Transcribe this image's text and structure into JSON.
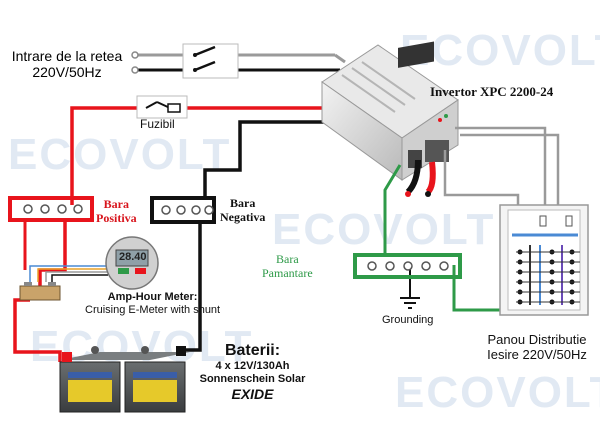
{
  "watermark": "ECOVOLT",
  "labels": {
    "grid_input_line1": "Intrare de la retea",
    "grid_input_line2": "220V/50Hz",
    "fuse": "Fuzibil",
    "inverter": "Invertor XPC 2200-24",
    "positive_bar_line1": "Bara",
    "positive_bar_line2": "Positiva",
    "negative_bar_line1": "Bara",
    "negative_bar_line2": "Negativa",
    "ground_bar_line1": "Bara",
    "ground_bar_line2": "Pamantare",
    "grounding": "Grounding",
    "meter_title": "Amp-Hour Meter:",
    "meter_subtitle": "Cruising E-Meter with shunt",
    "meter_display": "28.40",
    "batteries_title": "Baterii:",
    "batteries_spec": "4 x 12V/130Ah",
    "batteries_brand": "Sonnenschein Solar",
    "batteries_maker": "EXIDE",
    "panel_line1": "Panou Distributie",
    "panel_line2": "Iesire 220V/50Hz"
  },
  "colors": {
    "positive": "#e8141c",
    "negative": "#111111",
    "ground": "#2e9a48",
    "ac": "#9a9a9a",
    "watermark": "#c9d8ea",
    "label_red": "#d8141c",
    "label_green": "#2e9a48"
  }
}
